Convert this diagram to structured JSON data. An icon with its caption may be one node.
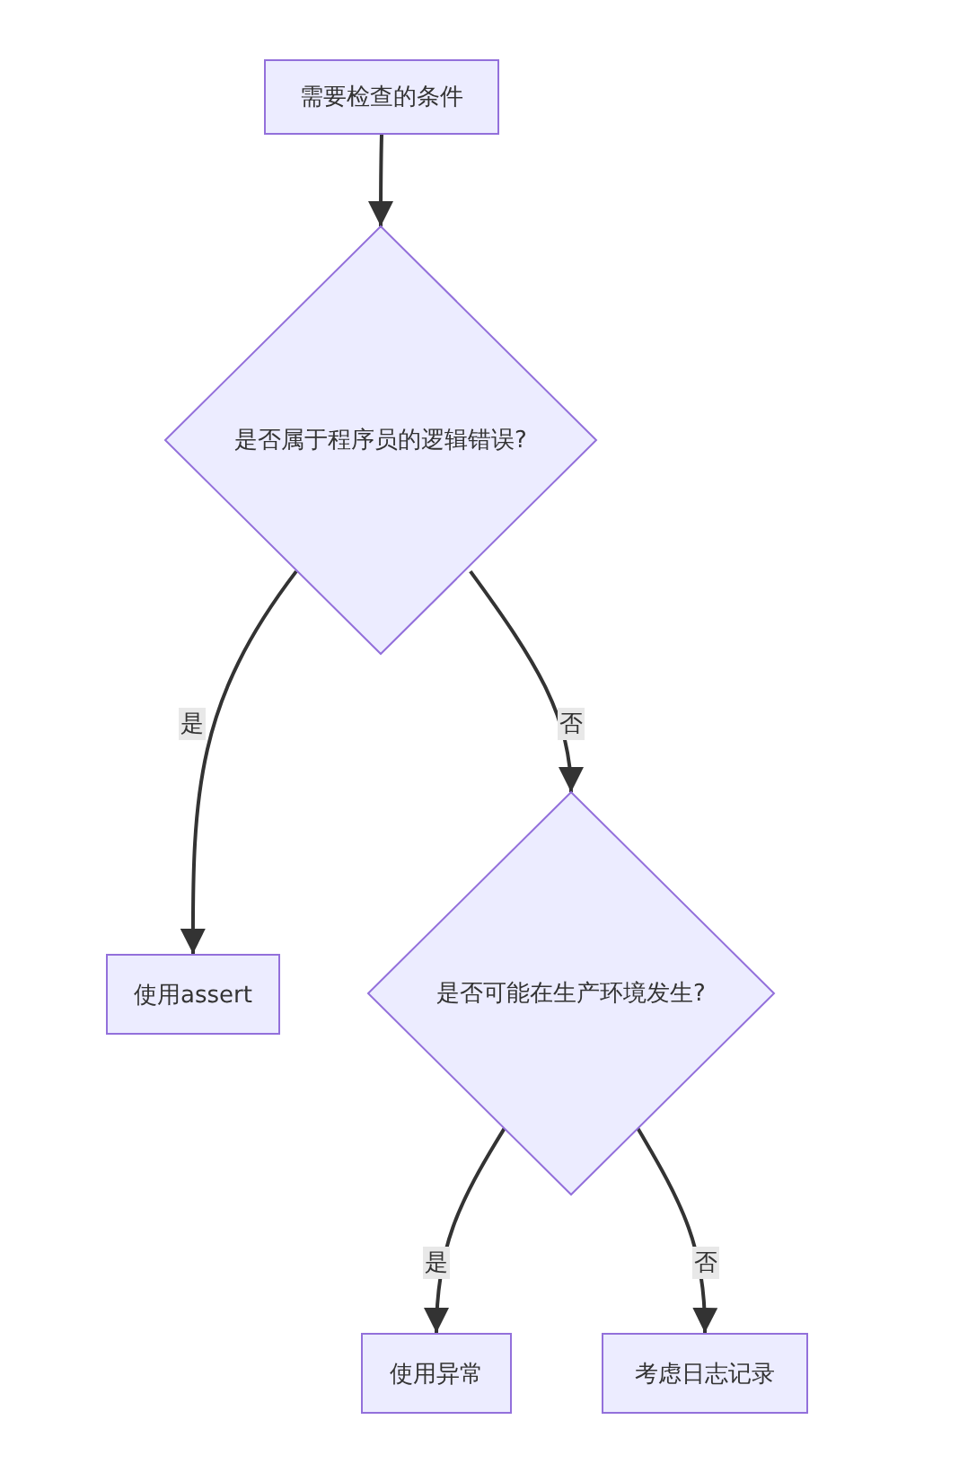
{
  "diagram": {
    "nodes": [
      {
        "text": [
          "需要检查的条件"
        ]
      },
      {
        "text": [
          "是否属于程序员的逻辑错误?"
        ]
      },
      {
        "text": [
          "使用assert"
        ]
      },
      {
        "text": [
          "是否可能在生产环境发生?"
        ]
      },
      {
        "text": [
          "使用异常"
        ]
      },
      {
        "text": [
          "考虑日志记录"
        ]
      }
    ],
    "edges": [
      {
        "from": 0,
        "to": 1,
        "arrow": "to"
      },
      {
        "from": 1,
        "to": 2,
        "arrow": "to",
        "label": "是"
      },
      {
        "from": 1,
        "to": 3,
        "arrow": "to",
        "label": "否"
      },
      {
        "from": 3,
        "to": 4,
        "arrow": "to",
        "label": "是"
      },
      {
        "from": 3,
        "to": 5,
        "arrow": "to",
        "label": "否"
      }
    ]
  }
}
